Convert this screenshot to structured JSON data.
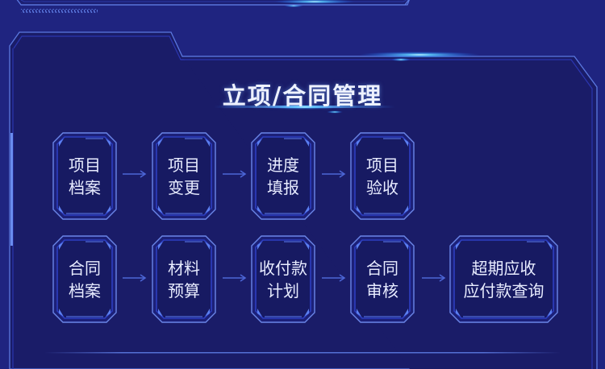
{
  "section": {
    "title": "立项/合同管理"
  },
  "flow": {
    "row1": [
      {
        "line1": "项目",
        "line2": "档案"
      },
      {
        "line1": "项目",
        "line2": "变更"
      },
      {
        "line1": "进度",
        "line2": "填报"
      },
      {
        "line1": "项目",
        "line2": "验收"
      }
    ],
    "row2": [
      {
        "line1": "合同",
        "line2": "档案"
      },
      {
        "line1": "材料",
        "line2": "预算"
      },
      {
        "line1": "收付款",
        "line2": "计划"
      },
      {
        "line1": "合同",
        "line2": "审核"
      },
      {
        "line1": "超期应收",
        "line2": "应付款查询"
      }
    ]
  },
  "colors": {
    "background": "#1f2480",
    "panel": "#1a1c68",
    "border": "#5b79e0",
    "glow": "#3fb8ff",
    "text": "#e8ecff"
  }
}
